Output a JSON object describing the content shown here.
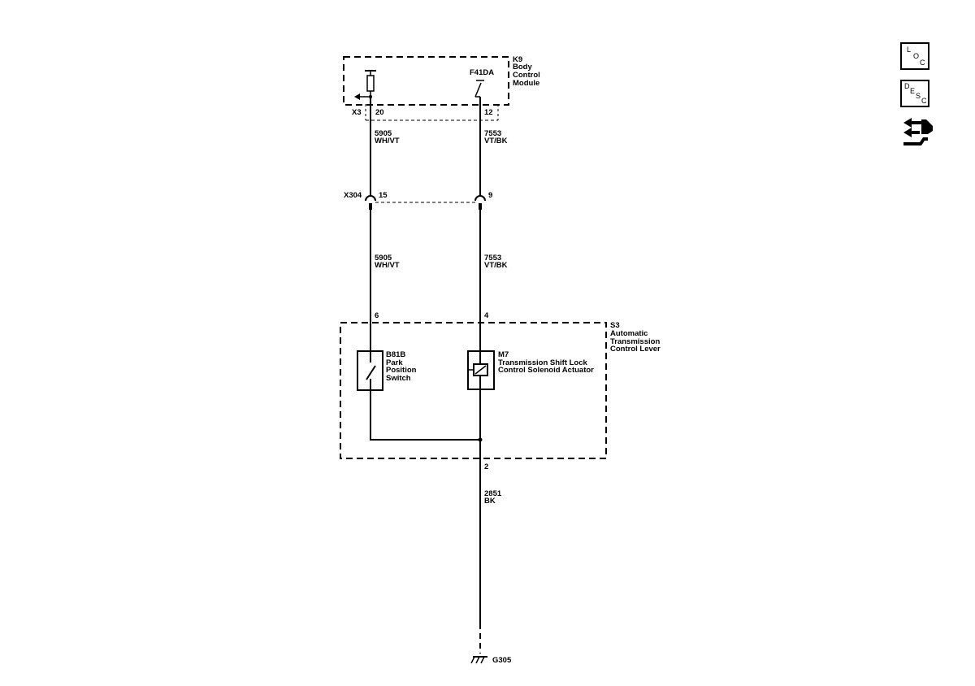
{
  "modules": {
    "k9": {
      "id": "K9",
      "line1": "Body",
      "line2": "Control",
      "line3": "Module"
    },
    "s3": {
      "id": "S3",
      "line1": "Automatic",
      "line2": "Transmission",
      "line3": "Control Lever"
    }
  },
  "connectors": {
    "x3": {
      "name": "X3",
      "pin_left": "20",
      "pin_right": "12"
    },
    "x304": {
      "name": "X304",
      "pin_left": "15",
      "pin_right": "9"
    },
    "s3_pins": {
      "pin_left": "6",
      "pin_right": "4",
      "pin_ground": "2"
    }
  },
  "internal": {
    "f41da": "F41DA"
  },
  "wires": {
    "upper_left": {
      "circuit": "5905",
      "color": "WH/VT"
    },
    "upper_right": {
      "circuit": "7553",
      "color": "VT/BK"
    },
    "lower_left": {
      "circuit": "5905",
      "color": "WH/VT"
    },
    "lower_right": {
      "circuit": "7553",
      "color": "VT/BK"
    },
    "ground": {
      "circuit": "2851",
      "color": "BK"
    }
  },
  "components": {
    "b81b": {
      "id": "B81B",
      "line1": "Park",
      "line2": "Position",
      "line3": "Switch"
    },
    "m7": {
      "id": "M7",
      "line1": "Transmission Shift Lock",
      "line2": "Control Solenoid Actuator"
    }
  },
  "ground": {
    "name": "G305"
  },
  "nav": {
    "loc": {
      "l1": "L",
      "l2": "O",
      "l3": "C"
    },
    "desc": {
      "l1": "D",
      "l2": "E",
      "l3": "S",
      "l4": "C"
    },
    "connector_icon": "connector-tool-icon"
  }
}
